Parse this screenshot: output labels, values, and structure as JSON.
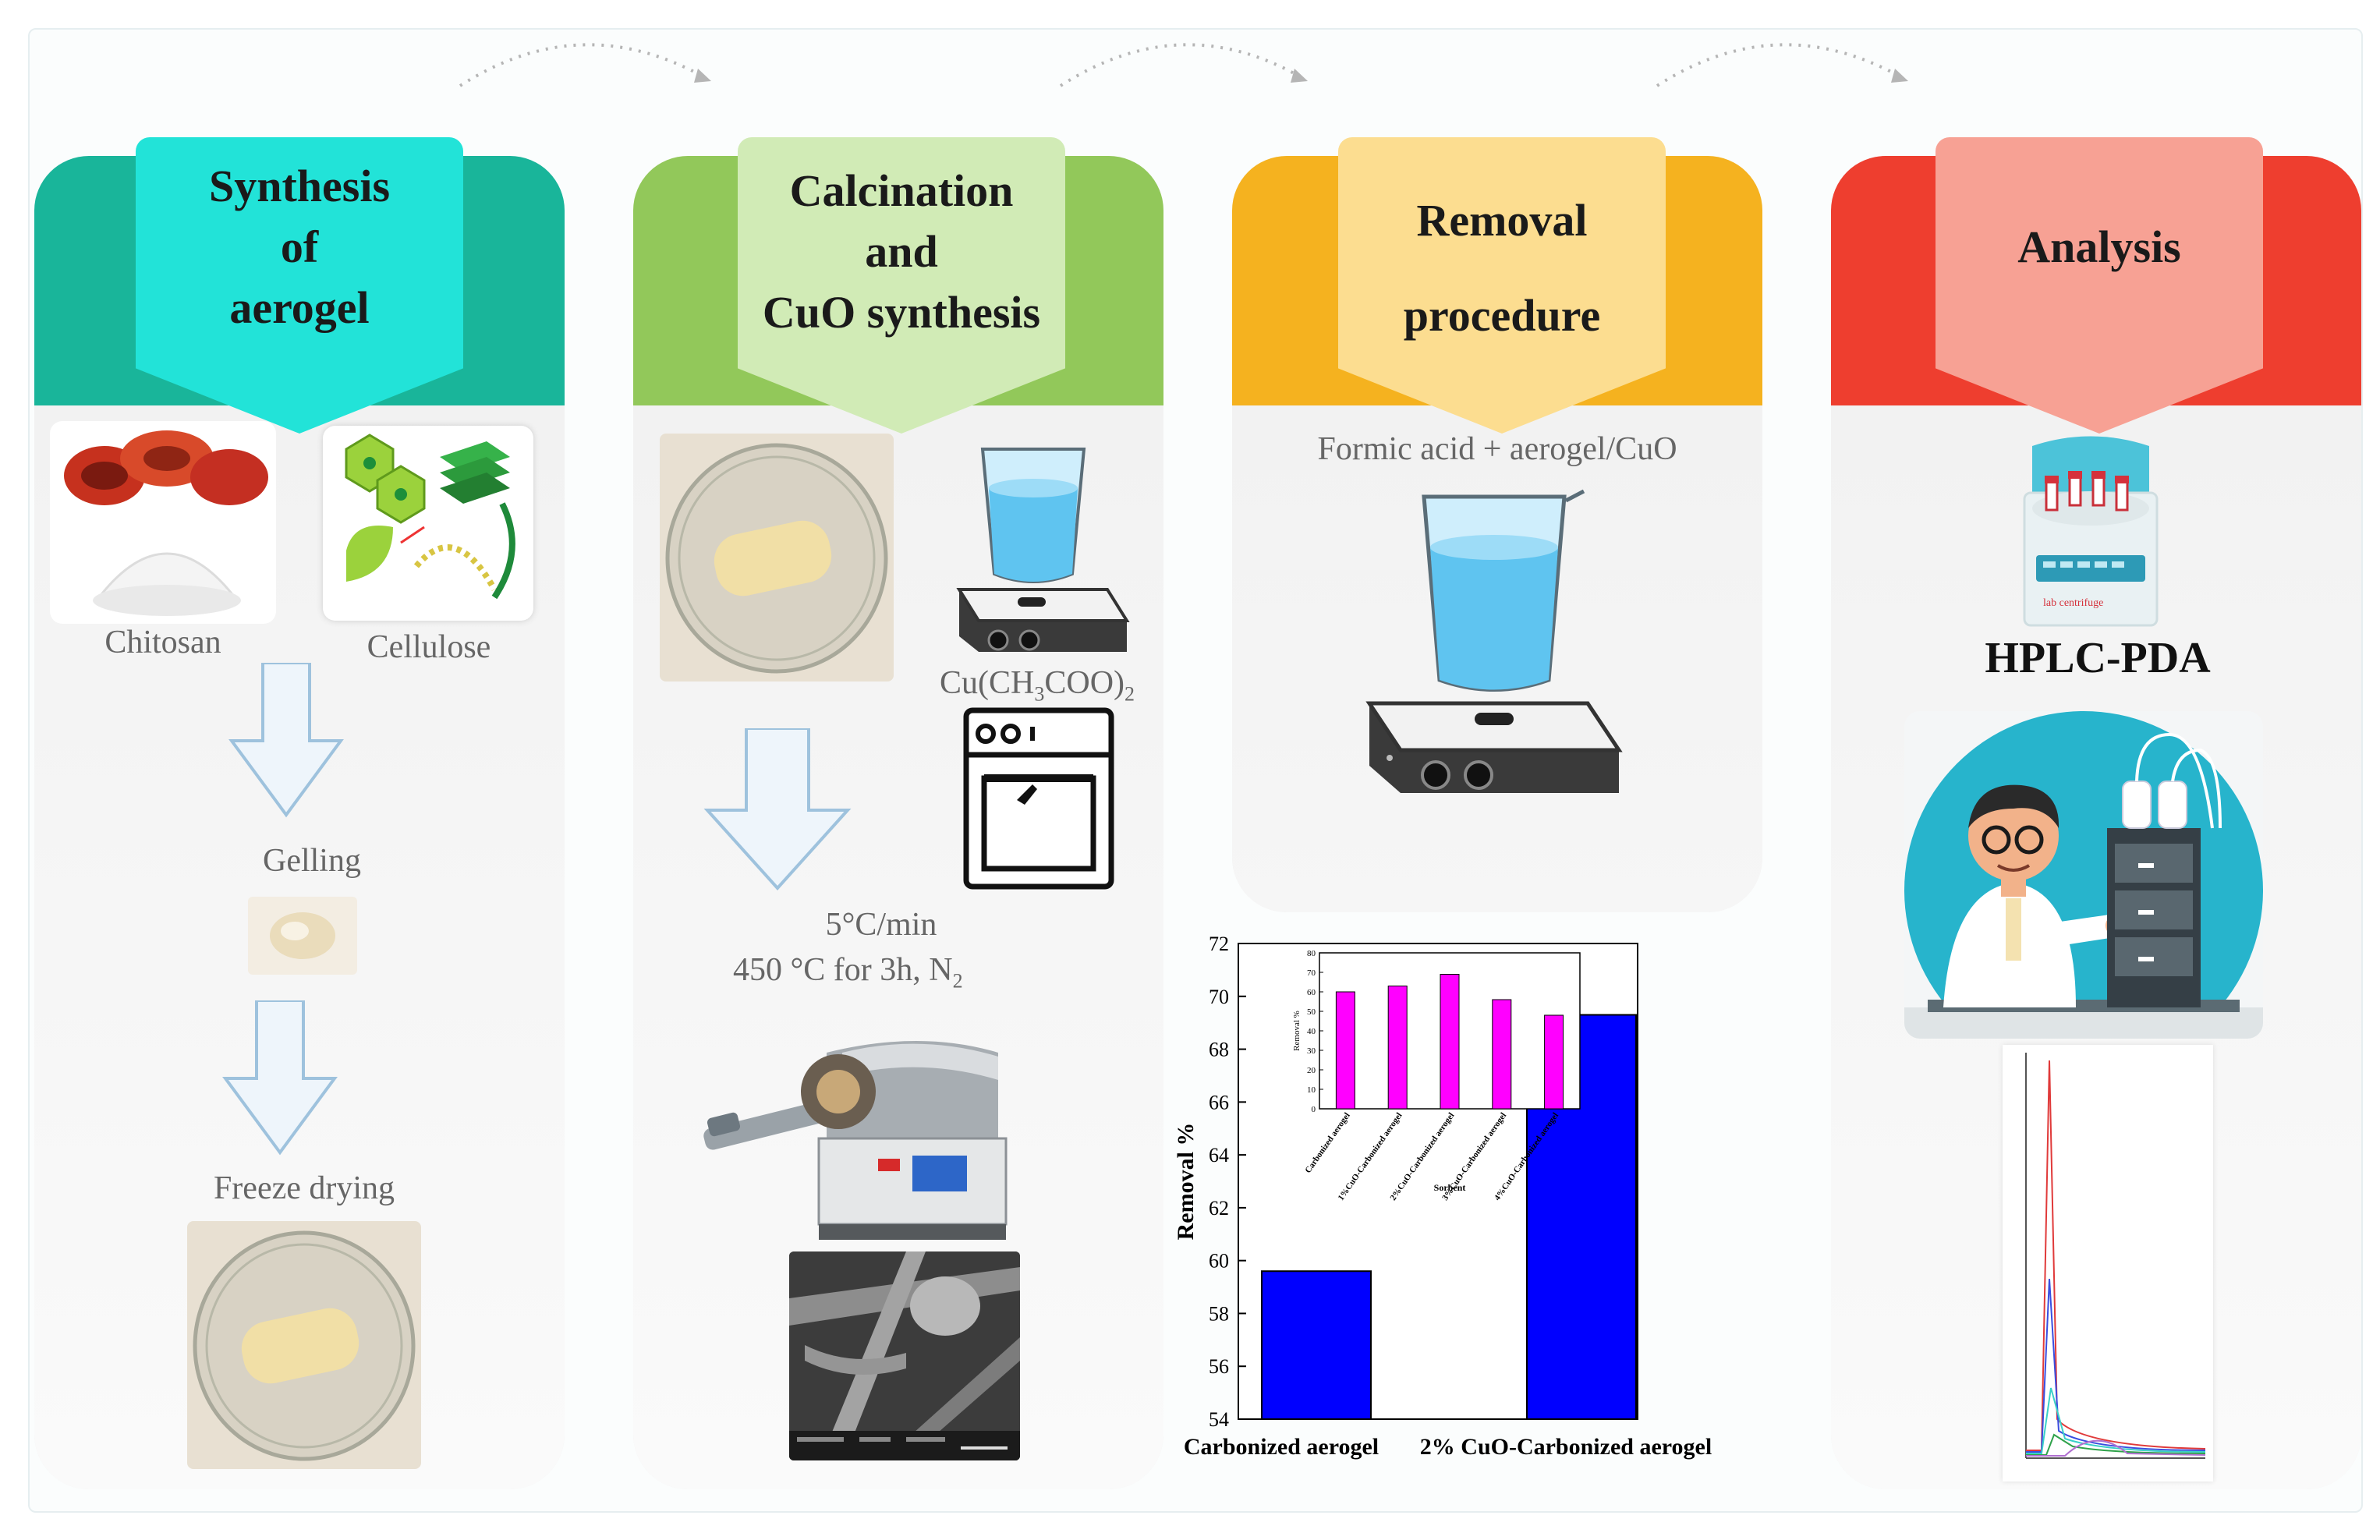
{
  "steps": [
    {
      "title_lines": [
        "Synthesis",
        "of",
        "aerogel"
      ],
      "color": "#19b59a",
      "tag_color": "#22e3d8"
    },
    {
      "title_lines": [
        "Calcination",
        "and",
        "CuO synthesis"
      ],
      "color": "#92c85a",
      "tag_color": "#d1ebb6"
    },
    {
      "title_lines": [
        "Removal",
        "procedure"
      ],
      "color": "#f5b21f",
      "tag_color": "#fcdd90"
    },
    {
      "title_lines": [
        "Analysis"
      ],
      "color": "#ee3e2f",
      "tag_color": "#f7a194"
    }
  ],
  "synthesis": {
    "chitosan": "Chitosan",
    "cellulose": "Cellulose",
    "gelling": "Gelling",
    "freeze_drying": "Freeze drying"
  },
  "calcination": {
    "reagent": "Cu(CH",
    "reagent_sub1": "3",
    "reagent_mid": "COO)",
    "reagent_sub2": "2",
    "rate": "5°C/min",
    "condition": "450 °C for 3h, N",
    "condition_sub": "2"
  },
  "removal": {
    "mixture": "Formic acid + aerogel/CuO"
  },
  "analysis": {
    "instrument": "HPLC-PDA",
    "centrifuge_label": "lab centrifuge"
  },
  "chart_data": [
    {
      "type": "bar",
      "categories": [
        "Carbonized aerogel",
        "2% CuO-Carbonized aerogel"
      ],
      "values": [
        59.6,
        69.3
      ],
      "ylabel": "Removal %",
      "xlabel": "",
      "ylim": [
        54,
        72
      ],
      "yticks": [
        "54",
        "56",
        "58",
        "60",
        "62",
        "64",
        "66",
        "68",
        "70",
        "72"
      ],
      "color": "#0000ff"
    },
    {
      "type": "bar",
      "categories": [
        "Carbonized aerogel",
        "1%CuO-Carbonized aerogel",
        "2%CuO-Carbonized aerogel",
        "3%CuO-Carbonized aerogel",
        "4%CuO-Carbonized aerogel"
      ],
      "values": [
        60,
        63,
        69,
        56,
        48
      ],
      "ylabel": "Removal %",
      "xlabel": "Sorbent",
      "ylim": [
        0,
        80
      ],
      "yticks": [
        "0",
        "10",
        "20",
        "30",
        "40",
        "50",
        "60",
        "70",
        "80"
      ],
      "color": "#ff00ff"
    }
  ]
}
